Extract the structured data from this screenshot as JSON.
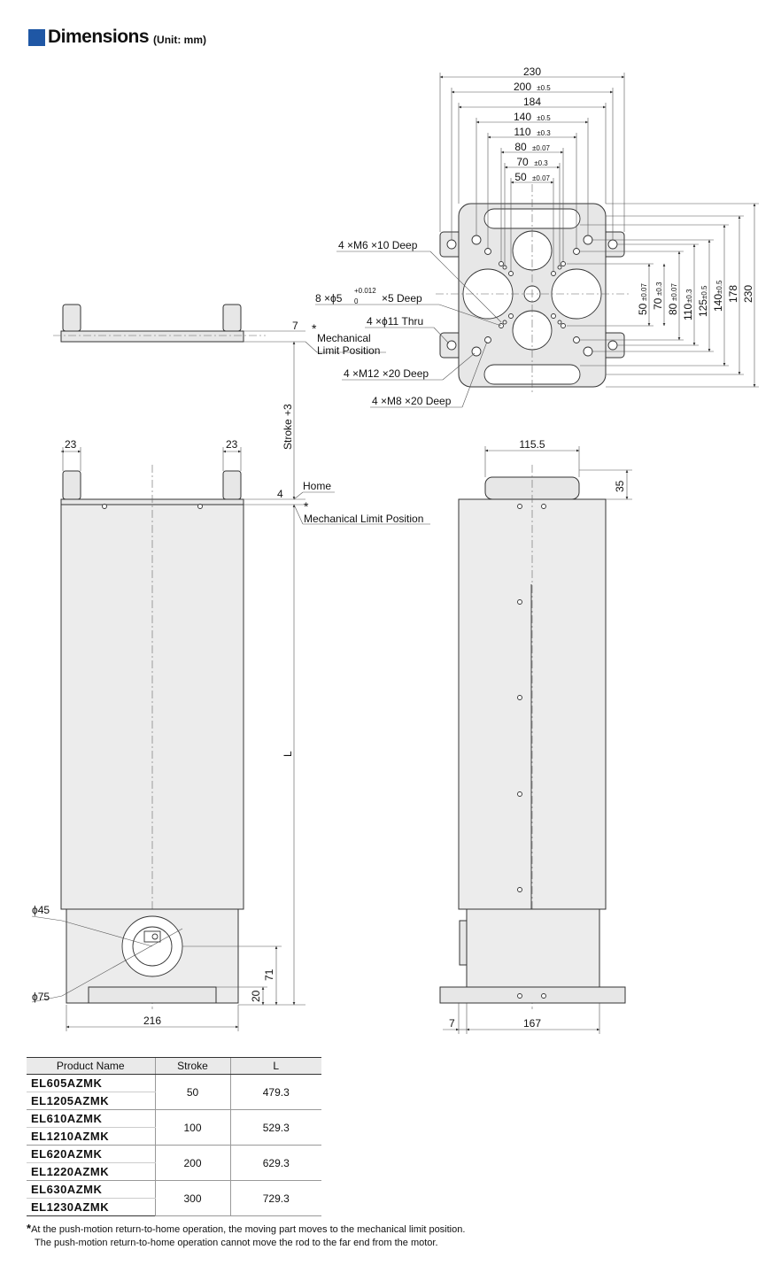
{
  "header": {
    "title": "Dimensions",
    "unit": "(Unit: mm)"
  },
  "top_view": {
    "dims_h": [
      "230",
      "200",
      "184",
      "140",
      "110",
      "80",
      "70",
      "50"
    ],
    "tols_h": [
      "",
      "±0.5",
      "",
      "±0.5",
      "±0.3",
      "±0.07",
      "±0.3",
      "±0.07"
    ],
    "dims_v": [
      "50",
      "70",
      "80",
      "110",
      "125",
      "140",
      "178",
      "230"
    ],
    "tols_v": [
      "±0.07",
      "±0.3",
      "±0.07",
      "±0.3",
      "±0.5",
      "±0.5",
      "",
      ""
    ],
    "callouts": {
      "m6": "4 ×M6 ×10 Deep",
      "phi5_a": "8 ×ϕ5",
      "phi5_tol_up": "+0.012",
      "phi5_tol_dn": "0",
      "phi5_b": "×5 Deep",
      "phi11": "4 ×ϕ11 Thru",
      "m12": "4 ×M12 ×20 Deep",
      "m8": "4 ×M8 ×20 Deep"
    }
  },
  "front_view": {
    "stroke_label": "Stroke +3",
    "seven": "7",
    "four": "4",
    "l_label": "L",
    "rod_w": "23",
    "home": "Home",
    "mech_limit": "Mechanical Limit Position",
    "mech_limit_top_1": "Mechanical",
    "mech_limit_top_2": "Limit Position",
    "asterisk": "*",
    "phi45": "ϕ45",
    "phi75": "ϕ75",
    "d71": "71",
    "d20": "20",
    "d216": "216"
  },
  "side_view": {
    "d115": "115.5",
    "d35": "35",
    "d7": "7",
    "d167": "167"
  },
  "table": {
    "headers": [
      "Product Name",
      "Stroke",
      "L"
    ],
    "groups": [
      {
        "names": [
          "EL605AZMK",
          "EL1205AZMK"
        ],
        "stroke": "50",
        "l": "479.3"
      },
      {
        "names": [
          "EL610AZMK",
          "EL1210AZMK"
        ],
        "stroke": "100",
        "l": "529.3"
      },
      {
        "names": [
          "EL620AZMK",
          "EL1220AZMK"
        ],
        "stroke": "200",
        "l": "629.3"
      },
      {
        "names": [
          "EL630AZMK",
          "EL1230AZMK"
        ],
        "stroke": "300",
        "l": "729.3"
      }
    ]
  },
  "notes": {
    "star": "*",
    "line1": "At the push-motion return-to-home operation, the moving part moves to the mechanical limit position.",
    "line2": "The push-motion return-to-home operation cannot move the rod to the far end from the motor."
  }
}
